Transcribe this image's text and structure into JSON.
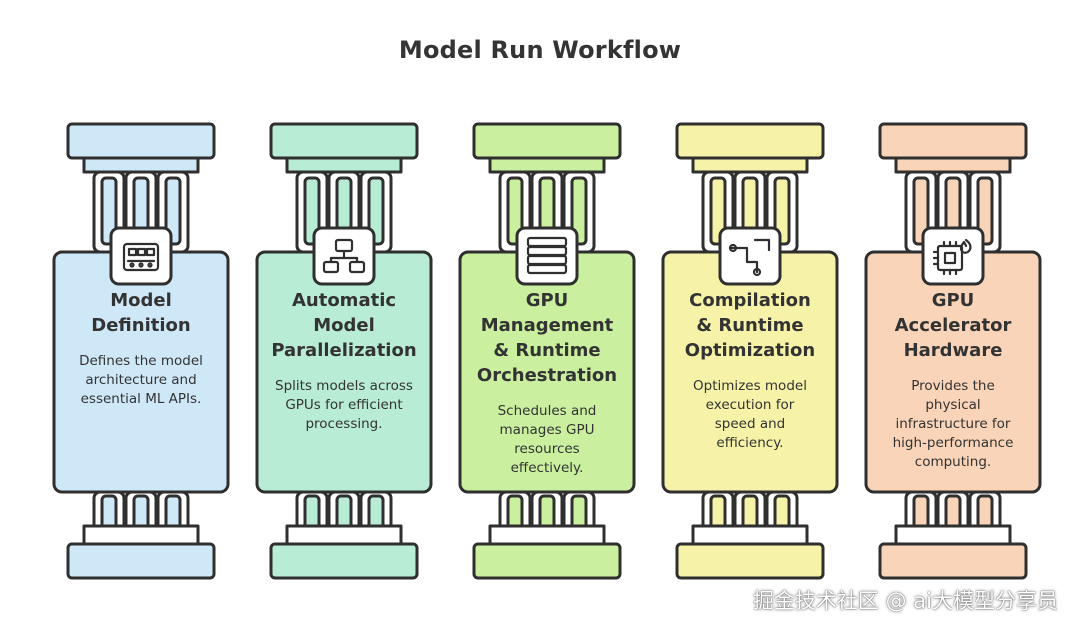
{
  "title": "Model Run Workflow",
  "pillars": [
    {
      "heading": [
        "Model",
        "Definition"
      ],
      "description": [
        "Defines the model",
        "architecture and",
        "essential ML APIs."
      ],
      "icon": "conveyor-icon",
      "color": "#cfe8f8"
    },
    {
      "heading": [
        "Automatic",
        "Model",
        "Parallelization"
      ],
      "description": [
        "Splits models across",
        "GPUs for efficient",
        "processing."
      ],
      "icon": "network-icon",
      "color": "#b8ecd5"
    },
    {
      "heading": [
        "GPU",
        "Management",
        "& Runtime",
        "Orchestration"
      ],
      "description": [
        "Schedules and",
        "manages GPU",
        "resources",
        "effectively."
      ],
      "icon": "server-stack-icon",
      "color": "#c9ef9f"
    },
    {
      "heading": [
        "Compilation",
        "& Runtime",
        "Optimization"
      ],
      "description": [
        "Optimizes model",
        "execution for",
        "speed and",
        "efficiency."
      ],
      "icon": "pipeline-icon",
      "color": "#f6f3a8"
    },
    {
      "heading": [
        "GPU",
        "Accelerator",
        "Hardware"
      ],
      "description": [
        "Provides the",
        "physical",
        "infrastructure for",
        "high-performance",
        "computing."
      ],
      "icon": "chip-flame-icon",
      "color": "#f9d4b8"
    }
  ],
  "watermark": "掘金技术社区 @ ai大模型分享员",
  "colors": {
    "outline": "#2f2f2f",
    "text": "#333333"
  }
}
